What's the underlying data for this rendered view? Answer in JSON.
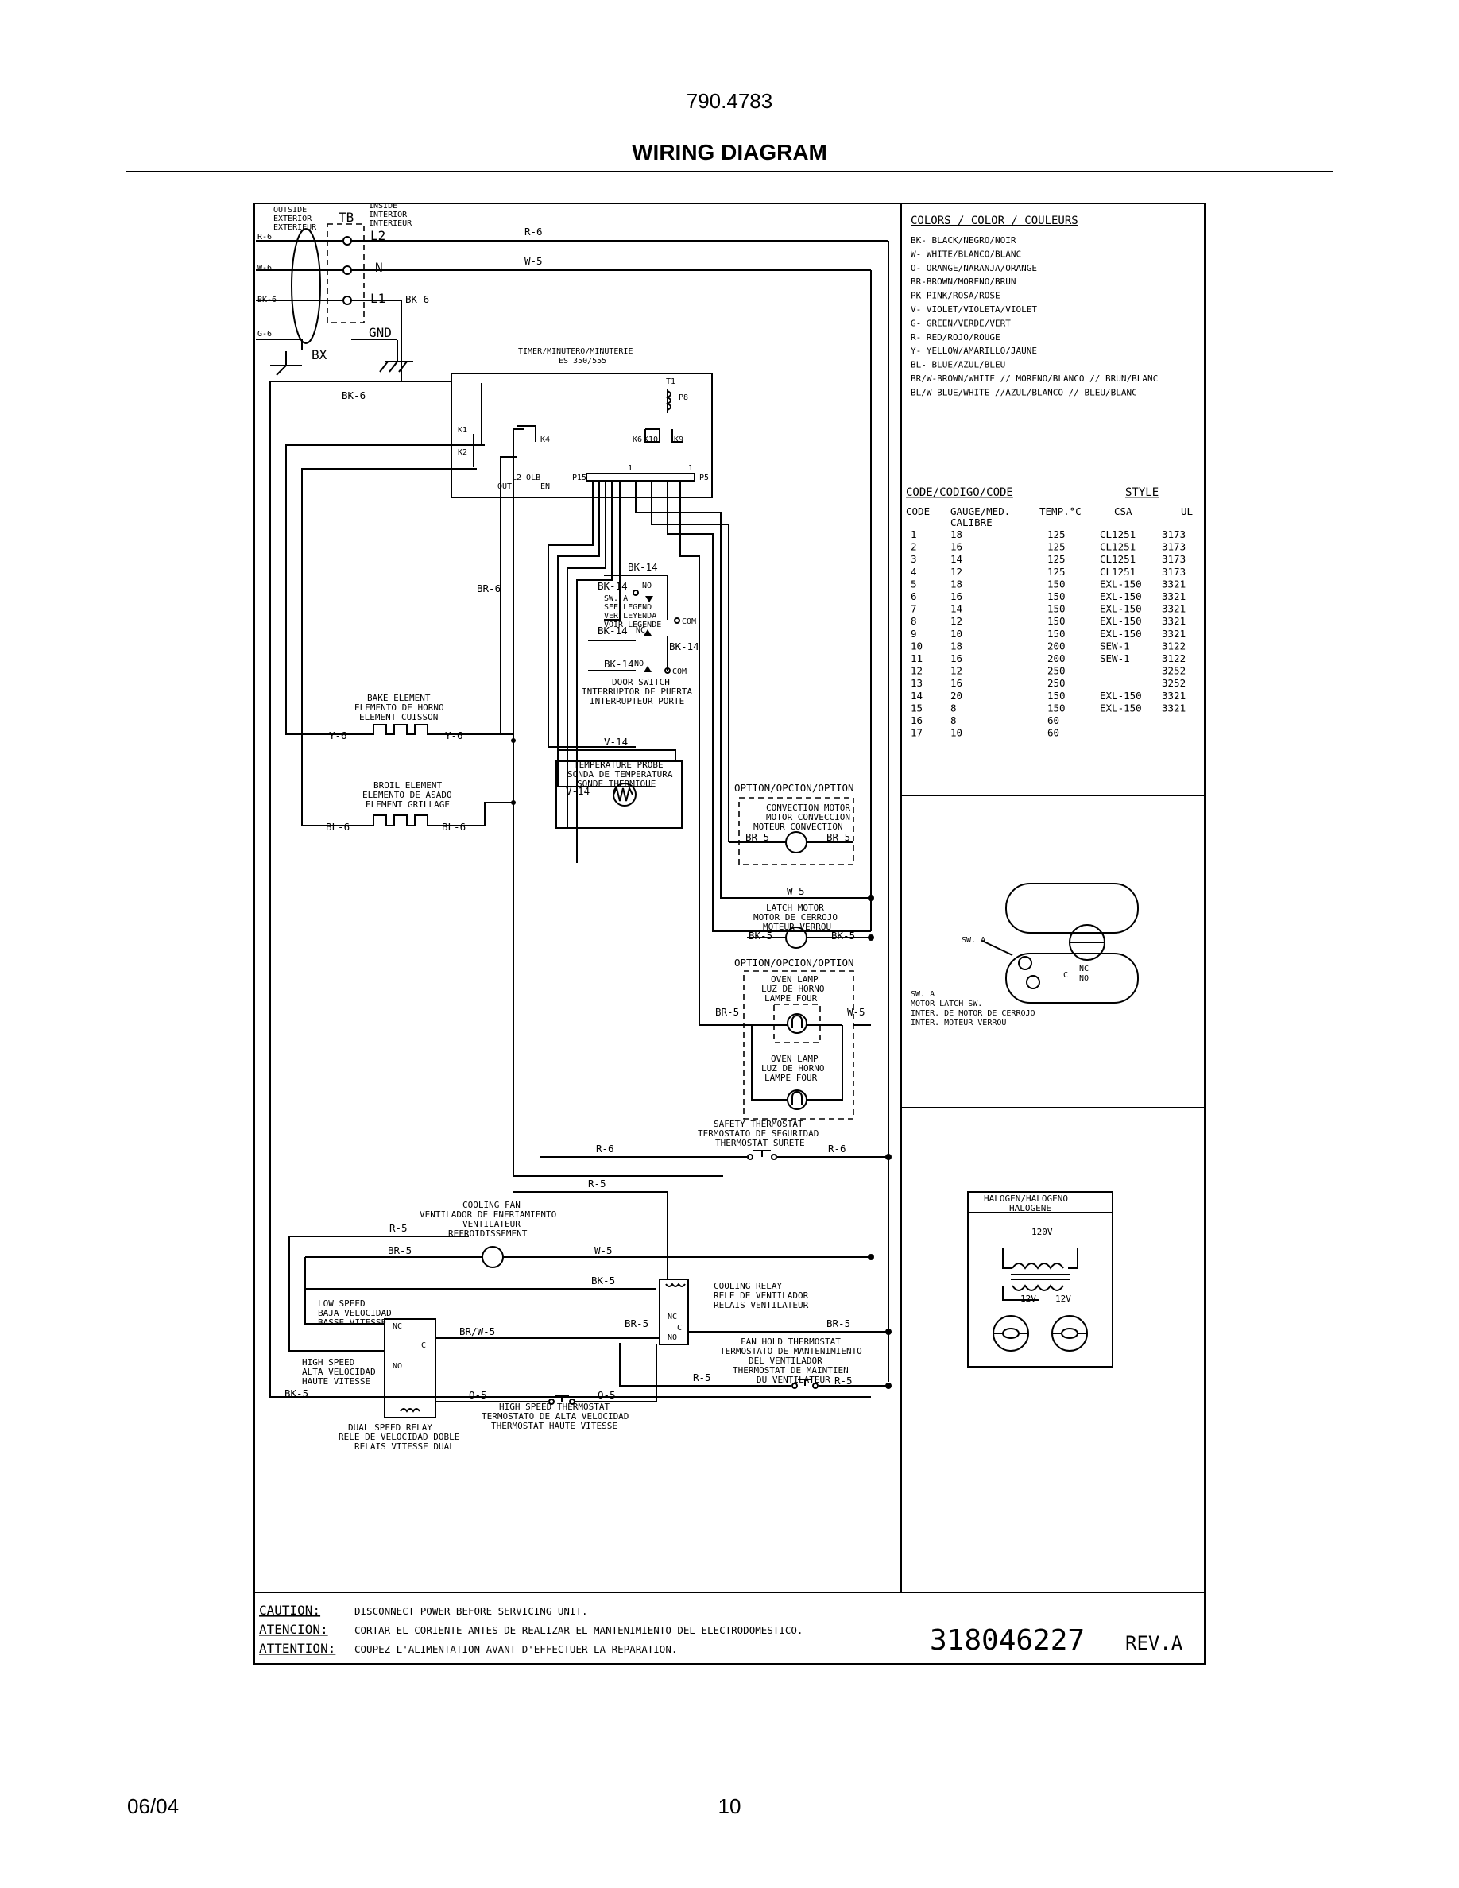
{
  "header": {
    "model": "790.4783",
    "title": "WIRING DIAGRAM"
  },
  "footer": {
    "date": "06/04",
    "page": "10"
  },
  "terminal_block": {
    "outside": [
      "OUTSIDE",
      "EXTERIOR",
      "EXTERIEUR"
    ],
    "inside": [
      "INSIDE",
      "INTERIOR",
      "INTERIEUR"
    ],
    "tb": "TB",
    "l2": "L2",
    "n": "N",
    "l1": "L1",
    "gnd": "GND",
    "bx": "BX",
    "left_wires": [
      "R-6",
      "W-6",
      "BK-6",
      "G-6"
    ]
  },
  "wire_labels": {
    "r6_top": "R-6",
    "w5_top": "W-5",
    "bk6_top": "BK-6",
    "bk6_left": "BK-6",
    "br6": "BR-6",
    "bk14_a": "BK-14",
    "bk14_b": "BK-14",
    "bk14_c": "BK-14",
    "bk14_d": "BK-14",
    "bk14_e": "BK-14",
    "v14_a": "V-14",
    "v14_b": "V-14",
    "y6_a": "Y-6",
    "y6_b": "Y-6",
    "bl6_a": "BL-6",
    "bl6_b": "BL-6",
    "br5_conv_a": "BR-5",
    "br5_conv_b": "BR-5",
    "w5_latch": "W-5",
    "bk5_latch_a": "BK-5",
    "bk5_latch_b": "BK-5",
    "br5_lamp": "BR-5",
    "w5_lamp": "W-5",
    "r6_thermo_a": "R-6",
    "r6_thermo_b": "R-6",
    "r5_mid": "R-5",
    "r5_fan": "R-5",
    "br5_fan": "BR-5",
    "w5_fan": "W-5",
    "bk5_relay": "BK-5",
    "brw5": "BR/W-5",
    "br5_relay_a": "BR-5",
    "br5_relay_b": "BR-5",
    "r5_hold_a": "R-5",
    "r5_hold_b": "R-5",
    "bk5_bottom": "BK-5",
    "o5_a": "O-5",
    "o5_b": "O-5"
  },
  "timer": {
    "label": [
      "TIMER/MINUTERO/MINUTERIE",
      "ES 350/555"
    ],
    "k1": "K1",
    "k2": "K2",
    "k4": "K4",
    "k6": "K6",
    "k10": "K10",
    "k9": "K9",
    "t1": "T1",
    "p8": "P8",
    "p15": "P15",
    "p5": "P5",
    "pin1a": "1",
    "pin1b": "1",
    "l2olb": "L2 OLB",
    "out": "OUT",
    "en": "EN"
  },
  "components": {
    "door_switch": [
      "DOOR SWITCH",
      "INTERRUPTOR DE PUERTA",
      "INTERRUPTEUR PORTE"
    ],
    "sw_a_legend": [
      "SW. A",
      "SEE LEGEND",
      "VER LEYENDA",
      "VOIR LEGENDE"
    ],
    "no_a": "NO",
    "no_b": "NO",
    "nc": "NC",
    "com_a": "COM",
    "com_b": "COM",
    "bake": [
      "BAKE ELEMENT",
      "ELEMENTO DE HORNO",
      "ELEMENT CUISSON"
    ],
    "broil": [
      "BROIL ELEMENT",
      "ELEMENTO DE ASADO",
      "ELEMENT GRILLAGE"
    ],
    "temp_probe": [
      "TEMPERATURE PROBE",
      "SONDA DE TEMPERATURA",
      "SONDE THERMIQUE"
    ],
    "option_a": "OPTION/OPCION/OPTION",
    "option_b": "OPTION/OPCION/OPTION",
    "convection": [
      "CONVECTION MOTOR",
      "MOTOR CONVECCION",
      "MOTEUR CONVECTION"
    ],
    "latch": [
      "LATCH MOTOR",
      "MOTOR DE CERROJO",
      "MOTEUR VERROU"
    ],
    "oven_lamp_a": [
      "OVEN LAMP",
      "LUZ DE HORNO",
      "LAMPE FOUR"
    ],
    "oven_lamp_b": [
      "OVEN LAMP",
      "LUZ DE HORNO",
      "LAMPE FOUR"
    ],
    "safety_thermo": [
      "SAFETY THERMOSTAT",
      "TERMOSTATO DE SEGURIDAD",
      "THERMOSTAT SURETE"
    ],
    "cooling_fan": [
      "COOLING FAN",
      "VENTILADOR DE ENFRIAMIENTO",
      "VENTILATEUR",
      "REFROIDISSEMENT"
    ],
    "cooling_relay": [
      "COOLING RELAY",
      "RELE DE VENTILADOR",
      "RELAIS VENTILATEUR"
    ],
    "fan_hold": [
      "FAN HOLD THERMOSTAT",
      "TERMOSTATO DE MANTENIMIENTO",
      "DEL VENTILADOR",
      "THERMOSTAT DE MAINTIEN",
      "DU VENTILATEUR"
    ],
    "low_speed": [
      "LOW SPEED",
      "BAJA VELOCIDAD",
      "BASSE VITESSE"
    ],
    "high_speed": [
      "HIGH SPEED",
      "ALTA VELOCIDAD",
      "HAUTE VITESSE"
    ],
    "dual_relay": [
      "DUAL SPEED RELAY",
      "RELE DE VELOCIDAD DOBLE",
      "RELAIS VITESSE DUAL"
    ],
    "high_thermo": [
      "HIGH SPEED THERMOSTAT",
      "TERMOSTATO DE ALTA VELOCIDAD",
      "THERMOSTAT HAUTE VITESSE"
    ],
    "relay_nc": "NC",
    "relay_no": "NO",
    "relay_c": "C",
    "dual_nc": "NC",
    "dual_no": "NO",
    "dual_c": "C"
  },
  "colors_legend": {
    "title": "COLORS / COLOR / COULEURS",
    "items": [
      "BK- BLACK/NEGRO/NOIR",
      "W- WHITE/BLANCO/BLANC",
      "O- ORANGE/NARANJA/ORANGE",
      "BR-BROWN/MORENO/BRUN",
      "PK-PINK/ROSA/ROSE",
      "V- VIOLET/VIOLETA/VIOLET",
      "G- GREEN/VERDE/VERT",
      "R- RED/ROJO/ROUGE",
      "Y- YELLOW/AMARILLO/JAUNE",
      "BL- BLUE/AZUL/BLEU",
      "BR/W-BROWN/WHITE // MORENO/BLANCO // BRUN/BLANC",
      "BL/W-BLUE/WHITE //AZUL/BLANCO // BLEU/BLANC"
    ]
  },
  "code_table": {
    "title": "CODE/CODIGO/CODE",
    "style_title": "STYLE",
    "headers": [
      "CODE",
      "GAUGE/MED.",
      "TEMP.°C",
      "CSA",
      "UL"
    ],
    "subheader": "CALIBRE",
    "rows": [
      [
        "1",
        "18",
        "125",
        "CL1251",
        "3173"
      ],
      [
        "2",
        "16",
        "125",
        "CL1251",
        "3173"
      ],
      [
        "3",
        "14",
        "125",
        "CL1251",
        "3173"
      ],
      [
        "4",
        "12",
        "125",
        "CL1251",
        "3173"
      ],
      [
        "5",
        "18",
        "150",
        "EXL-150",
        "3321"
      ],
      [
        "6",
        "16",
        "150",
        "EXL-150",
        "3321"
      ],
      [
        "7",
        "14",
        "150",
        "EXL-150",
        "3321"
      ],
      [
        "8",
        "12",
        "150",
        "EXL-150",
        "3321"
      ],
      [
        "9",
        "10",
        "150",
        "EXL-150",
        "3321"
      ],
      [
        "10",
        "18",
        "200",
        "SEW-1",
        "3122"
      ],
      [
        "11",
        "16",
        "200",
        "SEW-1",
        "3122"
      ],
      [
        "12",
        "12",
        "250",
        "",
        "3252"
      ],
      [
        "13",
        "16",
        "250",
        "",
        "3252"
      ],
      [
        "14",
        "20",
        "150",
        "EXL-150",
        "3321"
      ],
      [
        "15",
        "8",
        "150",
        "EXL-150",
        "3321"
      ],
      [
        "16",
        "8",
        "60",
        "",
        ""
      ],
      [
        "17",
        "10",
        "60",
        "",
        ""
      ]
    ]
  },
  "latch_panel": {
    "sw_a": "SW. A",
    "nc": "NC",
    "no": "NO",
    "c": "C",
    "legend": [
      "SW. A",
      "MOTOR LATCH SW.",
      "INTER. DE MOTOR DE CERROJO",
      "INTER. MOTEUR VERROU"
    ]
  },
  "halogen_panel": {
    "title": [
      "HALOGEN/HALOGENO",
      "HALOGENE"
    ],
    "v120": "120V",
    "v12a": "12V",
    "v12b": "12V"
  },
  "caution": {
    "labels": [
      "CAUTION:",
      "ATENCION:",
      "ATTENTION:"
    ],
    "texts": [
      "DISCONNECT POWER BEFORE SERVICING UNIT.",
      "CORTAR EL CORIENTE ANTES DE REALIZAR EL MANTENIMIENTO DEL ELECTRODOMESTICO.",
      "COUPEZ L'ALIMENTATION AVANT D'EFFECTUER LA REPARATION."
    ],
    "part_number": "318046227",
    "revision": "REV.A"
  }
}
